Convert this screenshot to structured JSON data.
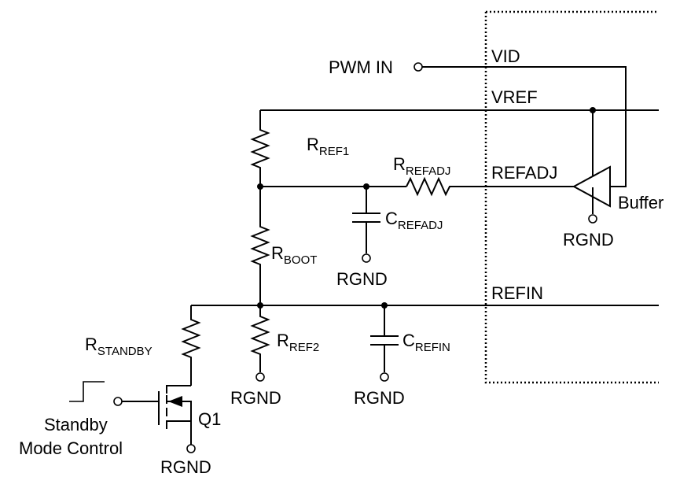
{
  "labels": {
    "pwm_in": "PWM IN",
    "vid": "VID",
    "vref": "VREF",
    "refadj": "REFADJ",
    "refin": "REFIN",
    "buffer": "Buffer",
    "q1": "Q1",
    "standby_line1": "Standby",
    "standby_line2": "Mode Control",
    "rgnd": "RGND"
  },
  "components": {
    "rref1": {
      "main": "R",
      "sub": "REF1"
    },
    "rrefadj": {
      "main": "R",
      "sub": "REFADJ"
    },
    "crefadj": {
      "main": "C",
      "sub": "REFADJ"
    },
    "rboot": {
      "main": "R",
      "sub": "BOOT"
    },
    "rstandby": {
      "main": "R",
      "sub": "STANDBY"
    },
    "rref2": {
      "main": "R",
      "sub": "REF2"
    },
    "crefin": {
      "main": "C",
      "sub": "REFIN"
    }
  }
}
